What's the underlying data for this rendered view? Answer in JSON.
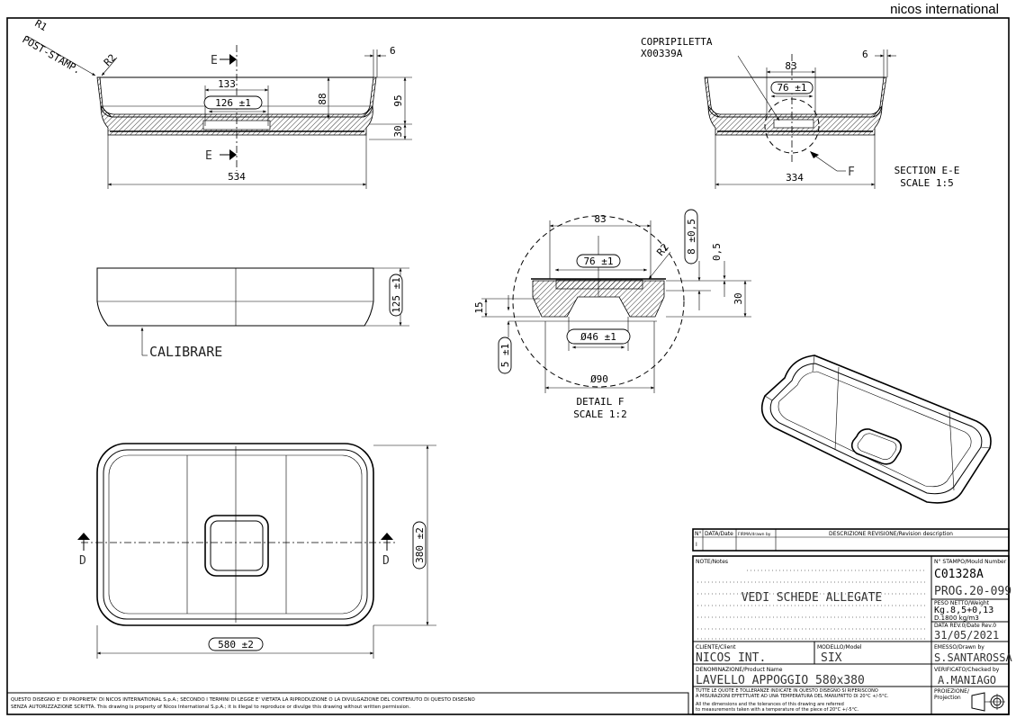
{
  "header": {
    "logo": "nicos international"
  },
  "section_view": {
    "labels": {
      "r1": "R1",
      "post_stamp": "POST-STAMP.",
      "r2": "R2",
      "section_mark": "E"
    },
    "dims": {
      "width": "534",
      "hole_outer": "133",
      "hole_inner": "126 ±1",
      "inner_depth": "88",
      "total_depth": "95",
      "base": "30",
      "wall": "6"
    }
  },
  "section_ee": {
    "part_label": "COPRIPILETTA",
    "part_code": "X00339A",
    "detail_mark": "F",
    "title": "SECTION E-E",
    "scale": "SCALE 1:5",
    "dims": {
      "width": "334",
      "hole_outer": "83",
      "hole_inner": "76 ±1",
      "wall": "6"
    }
  },
  "elevation": {
    "height": "125 ±1",
    "note": "CALIBRARE"
  },
  "detail_f": {
    "title": "DETAIL F",
    "scale": "SCALE 1:2",
    "dims": {
      "outer": "83",
      "inner": "76 ±1",
      "radius": "R2",
      "depth": "8 ±0,5",
      "gap": "0,5",
      "thickness": "30",
      "step": "15",
      "offset": "5 ±1",
      "drain": "Ø46 ±1",
      "diameter": "Ø90"
    }
  },
  "plan_view": {
    "section_mark": "D",
    "width": "580 ±2",
    "depth": "380 ±2"
  },
  "revision_table": {
    "headers": {
      "no": "N°",
      "date": "DATA/Date",
      "drawn": "FIRMA/drawn by",
      "description": "DESCRIZIONE REVISIONE/Revision description"
    },
    "rows": [
      {
        "no": "I",
        "date": "",
        "drawn": "",
        "description": ""
      }
    ]
  },
  "title_block": {
    "notes_label": "NOTE/Notes",
    "notes_text": "VEDI SCHEDE ALLEGATE",
    "mould_label": "N° STAMPO/Mould Number",
    "mould_number": "C01328A",
    "prog": "PROG.20-099",
    "weight_label": "PESO NETTO/Weight",
    "weight_value": "Kg.8,5+0,13",
    "density": "D.1800 kg/m3",
    "date_label": "DATA REV.0/Date Rev.0",
    "date_value": "31/05/2021",
    "client_label": "CLIENTE/Client",
    "client_value": "NICOS INT.",
    "model_label": "MODELLO/Model",
    "model_value": "SIX",
    "drawn_label": "EMESSO/Drawn by",
    "drawn_value": "S.SANTAROSSA",
    "product_label": "DENOMINAZIONE/Product Name",
    "product_value": "LAVELLO APPOGGIO 580x380",
    "checked_label": "VERIFICATO/Checked by",
    "checked_value": "A.MANIAGO",
    "tolerance_it_1": "TUTTE LE QUOTE E TOLLERANZE INDICATE IN QUESTO DISEGNO SI RIFERISCONO",
    "tolerance_it_2": "A MISURAZIONI EFFETTUATE AD UNA TEMPERATURA DEL MANUFATTO DI 20°C +/-5°C.",
    "tolerance_en_1": "All the dimensions and the tolerances of this drawing are referred",
    "tolerance_en_2": "to measurements taken with a temperature of the piece of 20°C +/-5°C.",
    "projection_label": "PROIEZIONE/",
    "projection_label_en": "Projection"
  },
  "disclaimer": {
    "line1": "QUESTO DISEGNO E' DI PROPRIETA' DI NICOS INTERNATIONAL S.p.A.; SECONDO I TERMINI DI LEGGE E' VIETATA LA RIPRODUZIONE O LA DIVULGAZIONE DEL CONTENUTO DI QUESTO DISEGNO",
    "line2": "SENZA AUTORIZZAZIONE SCRITTA. This drawing is property of Nicos International S.p.A.; it is illegal to reproduce or divulge this drawing without written permission."
  }
}
